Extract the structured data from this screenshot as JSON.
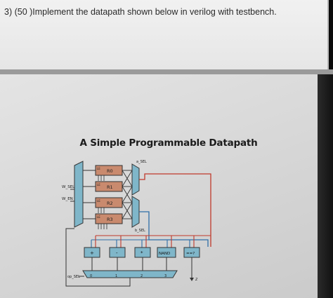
{
  "question": {
    "text": "3)  (50 )Implement the datapath shown below in verilog with testbench."
  },
  "diagram": {
    "title": "A Simple Programmable Datapath",
    "registers": [
      "R0",
      "R1",
      "R2",
      "R3"
    ],
    "register_enable_label": "LE",
    "top_select_label": "a_SEL",
    "bottom_select_label": "b_SEL",
    "write_select_label": "W_SEL",
    "write_enable_label": "W_EN",
    "units": [
      "+",
      "-",
      "*",
      "NAND",
      "==?"
    ],
    "mux_inputs": [
      "0",
      "1",
      "2",
      "3"
    ],
    "op_select_label": "op_SEL",
    "output_label": "z",
    "colors": {
      "register_fill": "#c98a6e",
      "block_fill": "#7fb6c9",
      "wire_blue": "#2f6fa8",
      "wire_red": "#c0392b",
      "wire_dark": "#333333"
    }
  }
}
